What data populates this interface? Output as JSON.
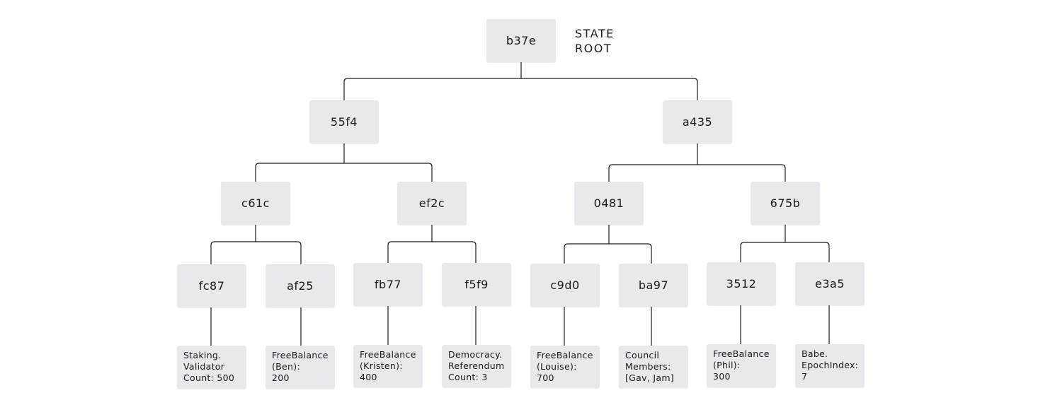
{
  "root": {
    "hash": "b37e",
    "label": "STATE\nROOT"
  },
  "level1": [
    {
      "hash": "55f4"
    },
    {
      "hash": "a435"
    }
  ],
  "level2": [
    {
      "hash": "c61c"
    },
    {
      "hash": "ef2c"
    },
    {
      "hash": "0481"
    },
    {
      "hash": "675b"
    }
  ],
  "level3": [
    {
      "hash": "fc87"
    },
    {
      "hash": "af25"
    },
    {
      "hash": "fb77"
    },
    {
      "hash": "f5f9"
    },
    {
      "hash": "c9d0"
    },
    {
      "hash": "ba97"
    },
    {
      "hash": "3512"
    },
    {
      "hash": "e3a5"
    }
  ],
  "leaves": [
    {
      "text": "Staking.\nValidator\nCount: 500"
    },
    {
      "text": "FreeBalance\n(Ben):\n200"
    },
    {
      "text": "FreeBalance\n(Kristen):\n400"
    },
    {
      "text": "Democracy.\nReferendum\nCount: 3"
    },
    {
      "text": "FreeBalance\n(Louise):\n700"
    },
    {
      "text": "Council\nMembers:\n[Gav, Jam]"
    },
    {
      "text": "FreeBalance\n(Phil):\n300"
    },
    {
      "text": "Babe.\nEpochIndex:\n7"
    }
  ],
  "colors": {
    "node_fill": "#e7e9ec",
    "edge": "#1a1a1a",
    "text": "#1a1a1a"
  }
}
